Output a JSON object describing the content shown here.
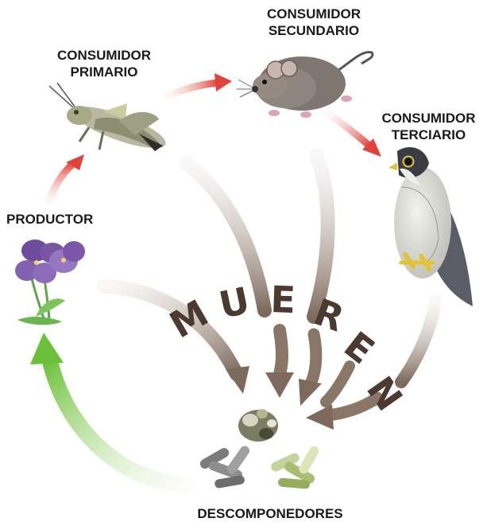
{
  "labels": {
    "consumidor_primario": [
      "CONSUMIDOR",
      "PRIMARIO"
    ],
    "consumidor_secundario": [
      "CONSUMIDOR",
      "SECUNDARIO"
    ],
    "consumidor_terciario": [
      "CONSUMIDOR",
      "TERCIARIO"
    ],
    "productor": "PRODUCTOR",
    "descomponedores": "DESCOMPONEDORES"
  },
  "center_word": [
    "M",
    "U",
    "E",
    "R",
    "E",
    "N"
  ],
  "colors": {
    "feeding_arrow": "#e0433a",
    "death_arrow": "#8a7666",
    "nutrient_arrow": "#7cc94a",
    "text": "#1a1a1a"
  },
  "icons": {
    "primario": "grasshopper-icon",
    "secundario": "mouse-icon",
    "terciario": "falcon-icon",
    "productor": "violet-flower-icon",
    "descomponedores": "bacteria-icon"
  }
}
